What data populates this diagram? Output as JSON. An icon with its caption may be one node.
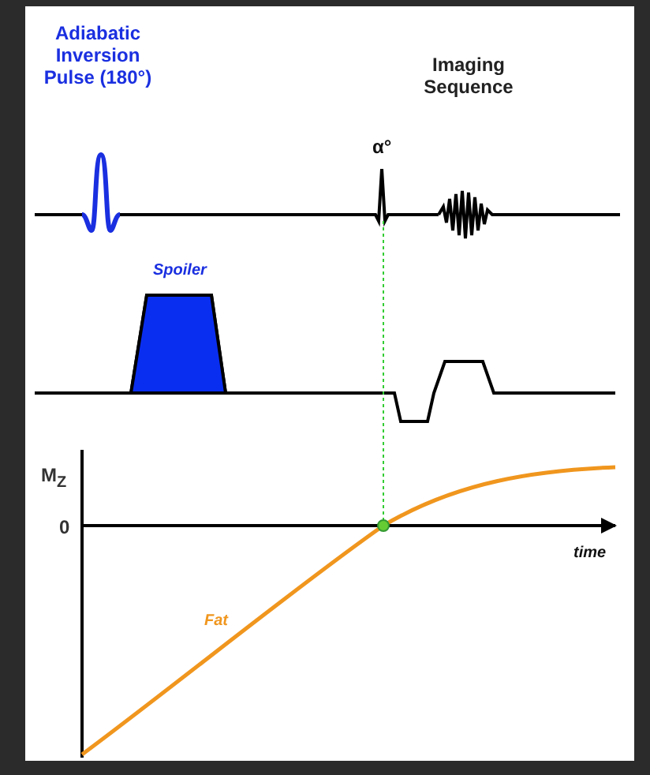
{
  "diagram": {
    "labels": [
      "Adiabatic Inversion Pulse (180°)",
      "Imaging Sequence",
      "α°",
      "Spoiler",
      "M$_{Z}$",
      "0",
      "time",
      "Fat"
    ]
  }
}
